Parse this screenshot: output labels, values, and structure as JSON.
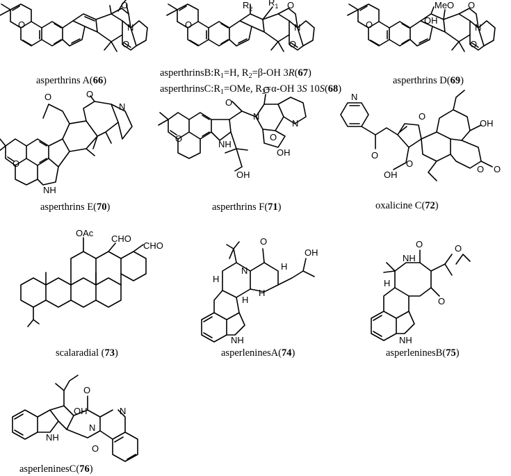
{
  "compounds": [
    {
      "name": "asperthrins A",
      "num": "66",
      "fmt": "{n}({b})"
    },
    {
      "name": "asperthrinsB:R",
      "fmt": "B",
      "parts": [
        "asperthrinsB:R",
        "1",
        "=H, R",
        "2",
        "=β-OH 3",
        "R",
        "(",
        "67",
        ")"
      ]
    },
    {
      "name": "asperthrinsC",
      "parts": [
        "asperthrinsC:R",
        "1",
        "=OMe, R",
        "2",
        "=α-OH 3",
        "S",
        " 10",
        "S",
        "(",
        "68",
        ")"
      ]
    },
    {
      "name": "asperthrins D",
      "num": "69"
    },
    {
      "name": "asperthrins E",
      "num": "70"
    },
    {
      "name": "asperthrins F",
      "num": "71"
    },
    {
      "name": "oxalicine C",
      "num": "72"
    },
    {
      "name": "scalaradial ",
      "num": "73"
    },
    {
      "name": "asperleninesA",
      "num": "74"
    },
    {
      "name": "asperleninesB",
      "num": "75"
    },
    {
      "name": "asperleninesC",
      "num": "76"
    }
  ],
  "atoms": {
    "O": "O",
    "N": "N",
    "NH": "NH",
    "H": "H",
    "OH": "OH",
    "MeO": "MeO",
    "R1": "R",
    "R2": "R",
    "one": "1",
    "two": "2",
    "OAc": "OAc",
    "CHO": "CHO"
  }
}
